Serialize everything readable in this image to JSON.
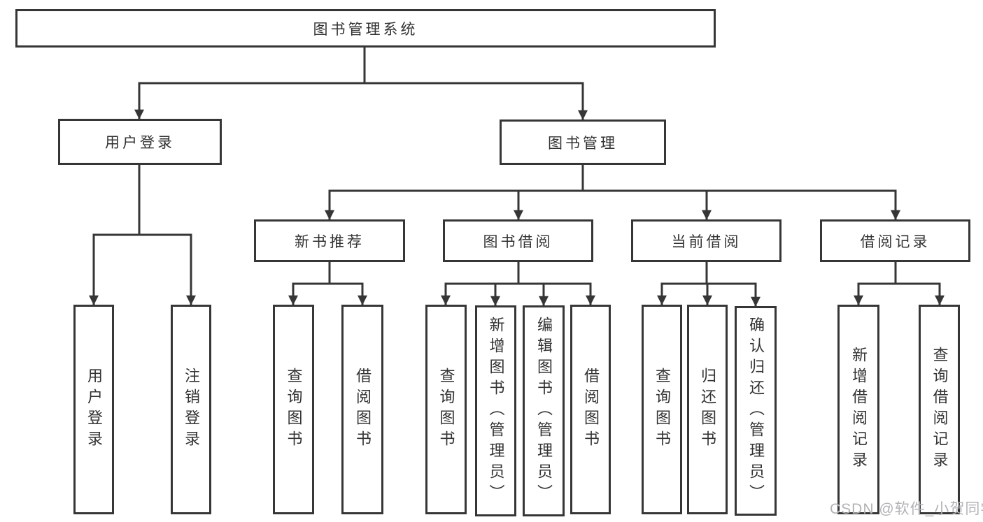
{
  "diagram": {
    "tree": {
      "label": "图书管理系统",
      "children": [
        {
          "label": "用户登录",
          "children": [
            {
              "label": "用户登录"
            },
            {
              "label": "注销登录"
            }
          ]
        },
        {
          "label": "图书管理",
          "children": [
            {
              "label": "新书推荐",
              "children": [
                {
                  "label": "查询图书"
                },
                {
                  "label": "借阅图书"
                }
              ]
            },
            {
              "label": "图书借阅",
              "children": [
                {
                  "label": "查询图书"
                },
                {
                  "label": "新增图书（管理员）"
                },
                {
                  "label": "编辑图书（管理员）"
                },
                {
                  "label": "借阅图书"
                }
              ]
            },
            {
              "label": "当前借阅",
              "children": [
                {
                  "label": "查询图书"
                },
                {
                  "label": "归还图书"
                },
                {
                  "label": "确认归还（管理员）"
                }
              ]
            },
            {
              "label": "借阅记录",
              "children": [
                {
                  "label": "新增借阅记录"
                },
                {
                  "label": "查询借阅记录"
                }
              ]
            }
          ]
        }
      ]
    },
    "watermark": "CSDN @软件_小贺同学",
    "colors": {
      "line": "#363636",
      "text": "#333333",
      "watermark": "#b3b3b6",
      "background": "#ffffff"
    }
  }
}
